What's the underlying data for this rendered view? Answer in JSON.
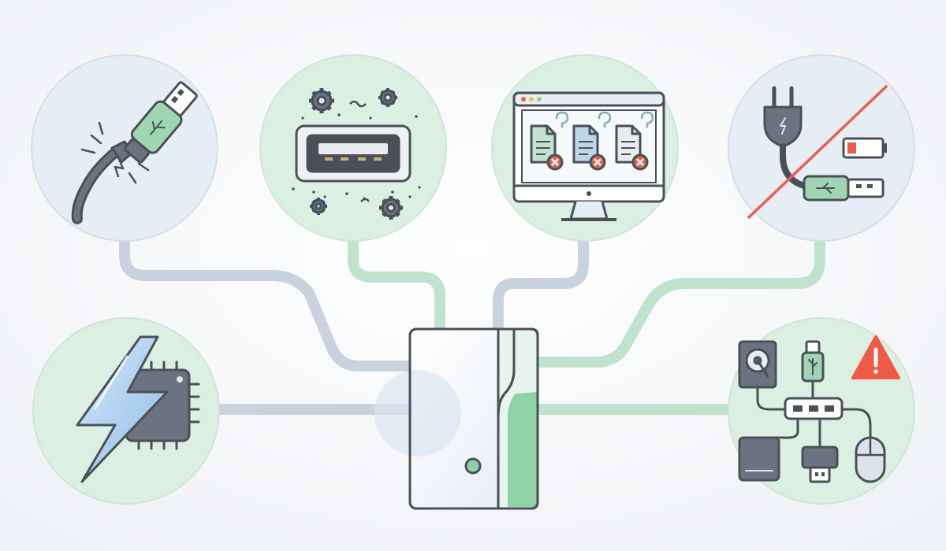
{
  "colors": {
    "background": "#f3f5f8",
    "circle_blue": "#e6edf5",
    "circle_green": "#dcefe3",
    "connector_gray": "#c9d3dd",
    "connector_green": "#bfe3cc",
    "outline": "#4a5058",
    "accent_green": "#8fd2a6",
    "accent_blue": "#bcd6ee",
    "error_red": "#e8604c",
    "warning_red": "#ef5a45"
  },
  "nodes": [
    {
      "id": "damaged-cable",
      "icon": "broken-usb-cable-icon"
    },
    {
      "id": "dirty-port",
      "icon": "dirty-usb-port-icon"
    },
    {
      "id": "missing-drivers",
      "icon": "monitor-driver-error-icon"
    },
    {
      "id": "power-issue",
      "icon": "unplugged-power-low-battery-icon"
    },
    {
      "id": "power-surge",
      "icon": "lightning-chip-icon"
    },
    {
      "id": "device-conflict",
      "icon": "usb-hub-devices-warning-icon"
    }
  ],
  "center": {
    "icon": "external-drive-enclosure-icon"
  }
}
